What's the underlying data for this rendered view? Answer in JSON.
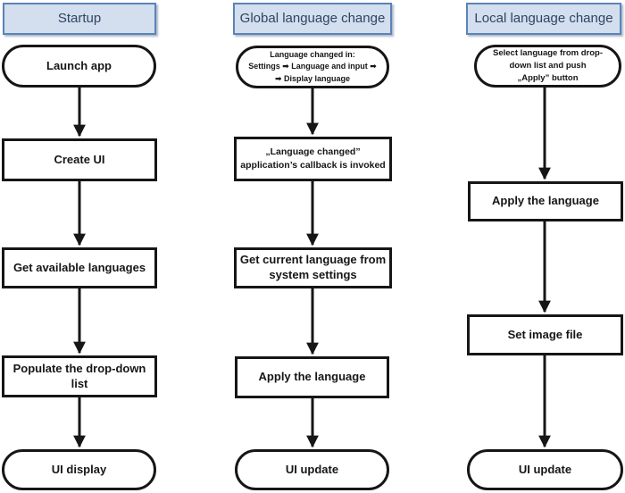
{
  "colors": {
    "header_fill": "#d3deef",
    "header_border": "#5b84b5",
    "header_text": "#2e4562",
    "node_border": "#161616",
    "node_text": "#161616",
    "arrow": "#161616",
    "background": "#ffffff"
  },
  "columns": [
    {
      "header": "Startup",
      "nodes": [
        {
          "shape": "stadium",
          "text": "Launch app"
        },
        {
          "shape": "rect",
          "text": "Create UI"
        },
        {
          "shape": "rect",
          "text": "Get available languages"
        },
        {
          "shape": "rect",
          "text": "Populate the drop-down\nlist"
        },
        {
          "shape": "stadium",
          "text": "UI display"
        }
      ]
    },
    {
      "header": "Global language change",
      "nodes": [
        {
          "shape": "stadium",
          "text": "Language changed in:\nSettings ➡ Language and input ➡\n➡ Display language"
        },
        {
          "shape": "rect",
          "text": "„Language changed”\napplication’s callback is invoked"
        },
        {
          "shape": "rect",
          "text": "Get current language from\nsystem settings"
        },
        {
          "shape": "rect",
          "text": "Apply the language"
        },
        {
          "shape": "stadium",
          "text": "UI update"
        }
      ]
    },
    {
      "header": "Local language change",
      "nodes": [
        {
          "shape": "stadium",
          "text": "Select language from drop-\ndown list and push\n„Apply” button"
        },
        {
          "shape": "rect",
          "text": "Apply the language"
        },
        {
          "shape": "rect",
          "text": "Set image file"
        },
        {
          "shape": "stadium",
          "text": "UI update"
        }
      ]
    }
  ]
}
